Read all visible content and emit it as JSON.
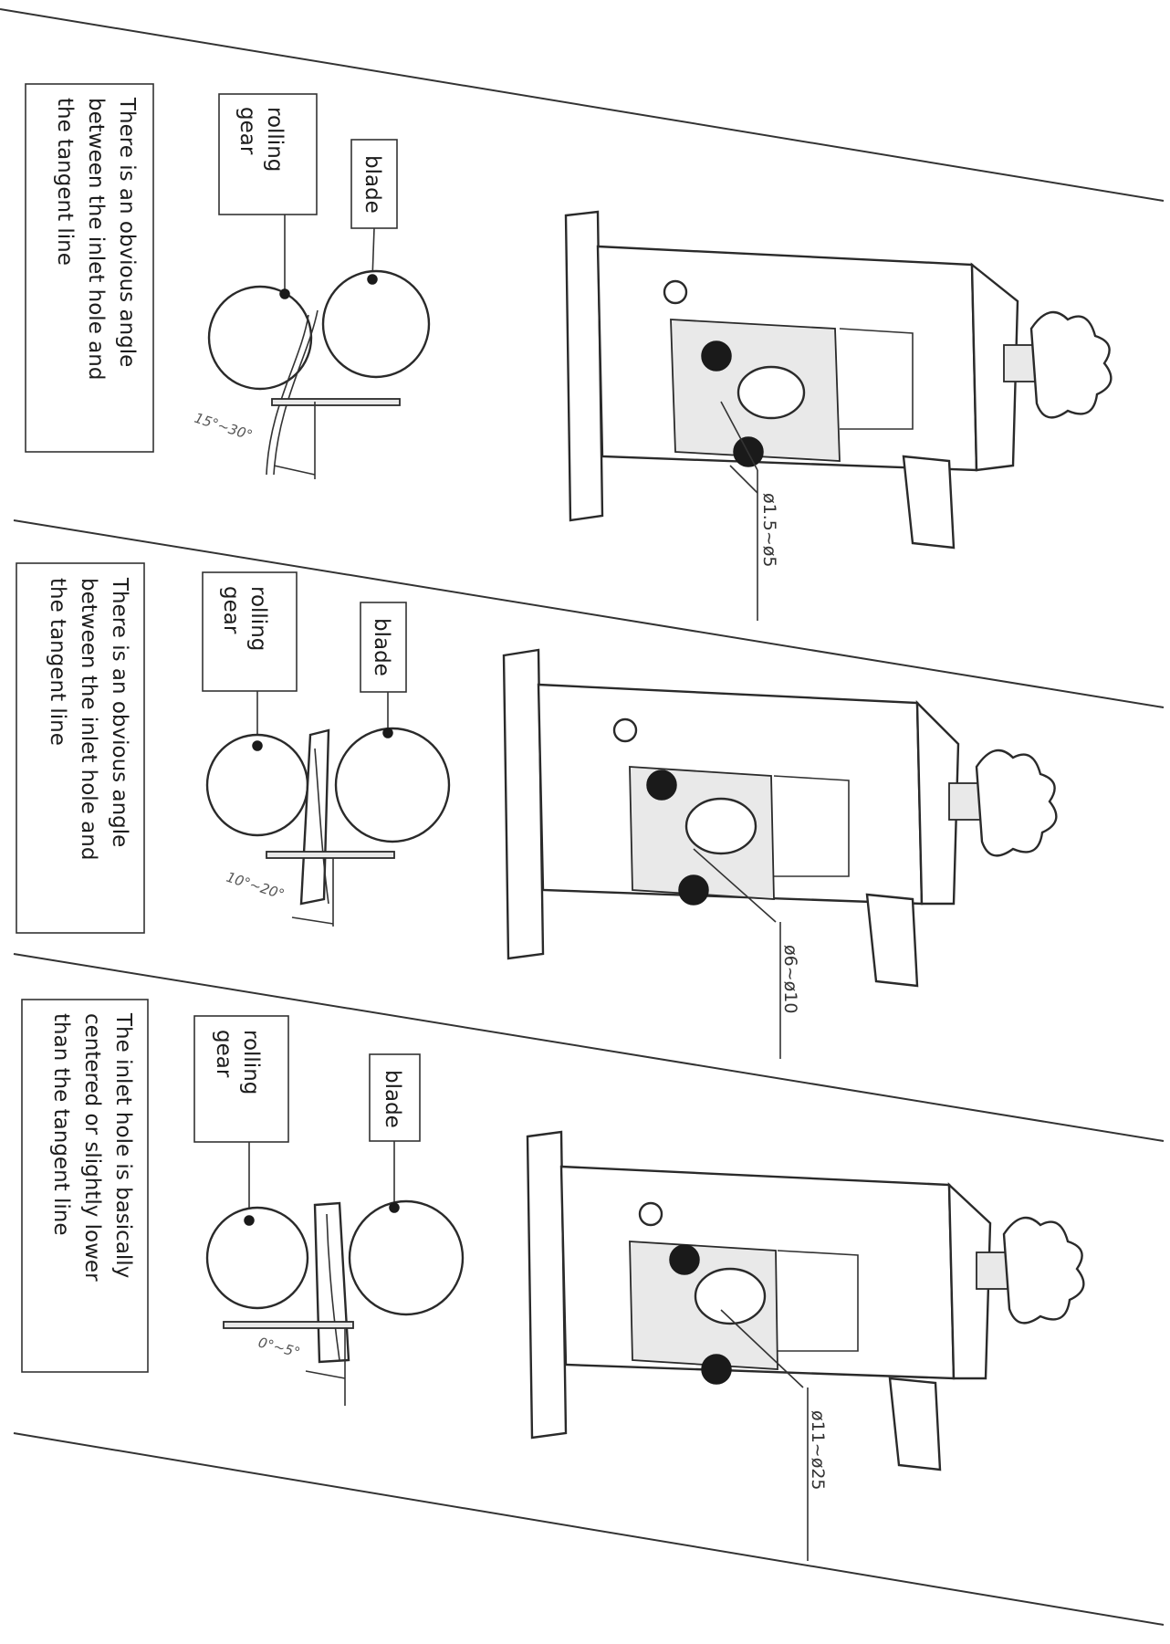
{
  "panels": [
    {
      "note": [
        "There is an obvious angle",
        "between the inlet hole and",
        "the tangent line"
      ],
      "rolling_gear_label": [
        "rolling",
        "gear"
      ],
      "blade_label": "blade",
      "angle_range": "15°~30°",
      "diameter_range": "ø1.5~ø5"
    },
    {
      "note": [
        "There is an obvious angle",
        "between the inlet hole and",
        "the tangent line"
      ],
      "rolling_gear_label": [
        "rolling",
        "gear"
      ],
      "blade_label": "blade",
      "angle_range": "10°~20°",
      "diameter_range": "ø6~ø10"
    },
    {
      "note": [
        "The inlet hole is basically",
        "centered or slightly lower",
        "than the tangent line"
      ],
      "rolling_gear_label": [
        "rolling",
        "gear"
      ],
      "blade_label": "blade",
      "angle_range": "0°~5°",
      "diameter_range": "ø11~ø25"
    }
  ],
  "colors": {
    "ink": "#1c1c1c",
    "line": "#333333",
    "background": "#ffffff"
  }
}
